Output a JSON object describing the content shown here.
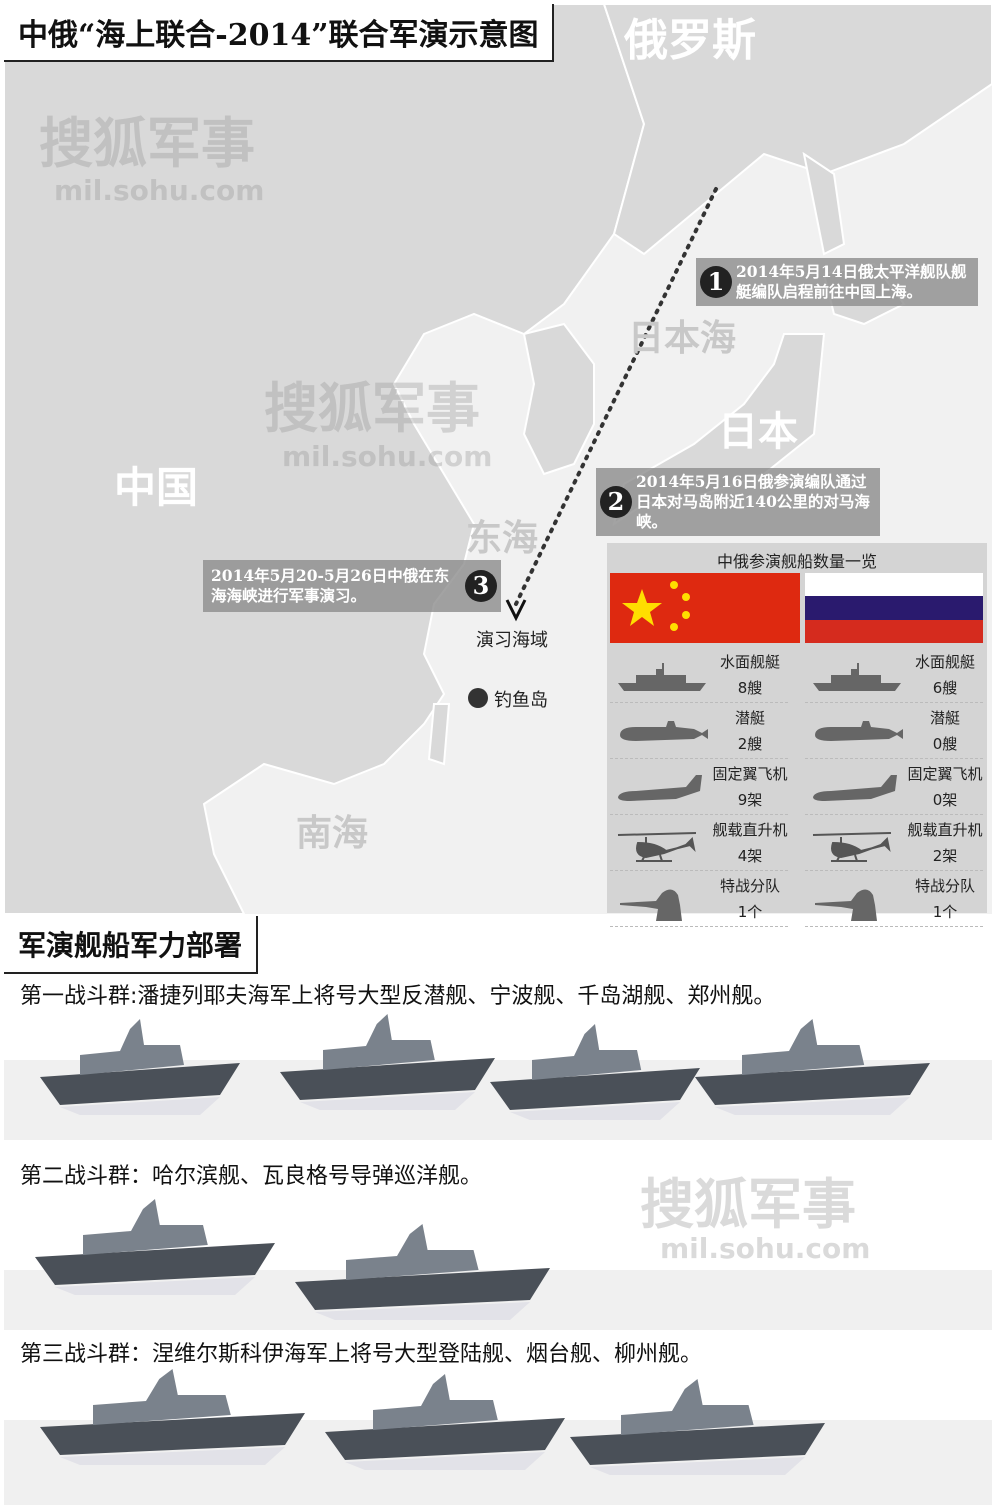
{
  "title": "中俄“海上联合-2014”联合军演示意图",
  "map": {
    "countries": {
      "russia": "俄罗斯",
      "china": "中国",
      "japan": "日本"
    },
    "seas": {
      "japan_sea": "日本海",
      "east_sea": "东海",
      "south_sea": "南海"
    },
    "places": {
      "exercise_area": "演习海域",
      "diaoyu": "钓鱼岛"
    },
    "watermark": {
      "brand": "搜狐军事",
      "url": "mil.sohu.com"
    },
    "notes": [
      {
        "num": "1",
        "text": "2014年5月14日俄太平洋舰队舰艇编队启程前往中国上海。"
      },
      {
        "num": "2",
        "text": "2014年5月16日俄参演编队通过日本对马岛附近140公里的对马海峡。"
      },
      {
        "num": "3",
        "text": "2014年5月20-5月26日中俄在东海海峡进行军事演习。"
      }
    ]
  },
  "stats": {
    "title": "中俄参演舰船数量一览",
    "china": [
      {
        "label": "水面舰艇",
        "value": "8艘",
        "icon": "warship-icon"
      },
      {
        "label": "潜艇",
        "value": "2艘",
        "icon": "submarine-icon"
      },
      {
        "label": "固定翼飞机",
        "value": "9架",
        "icon": "airplane-icon"
      },
      {
        "label": "舰载直升机",
        "value": "4架",
        "icon": "helicopter-icon"
      },
      {
        "label": "特战分队",
        "value": "1个",
        "icon": "soldier-icon"
      }
    ],
    "russia": [
      {
        "label": "水面舰艇",
        "value": "6艘",
        "icon": "warship-icon"
      },
      {
        "label": "潜艇",
        "value": "0艘",
        "icon": "submarine-icon"
      },
      {
        "label": "固定翼飞机",
        "value": "0架",
        "icon": "airplane-icon"
      },
      {
        "label": "舰载直升机",
        "value": "2架",
        "icon": "helicopter-icon"
      },
      {
        "label": "特战分队",
        "value": "1个",
        "icon": "soldier-icon"
      }
    ],
    "colors": {
      "china_red": "#de2910",
      "china_star": "#ffde00",
      "ru_white": "#ffffff",
      "ru_blue": "#2a1a6e",
      "ru_red": "#d52b1e"
    }
  },
  "deployment": {
    "title": "军演舰船军力部署",
    "groups": [
      {
        "text": "第一战斗群:潘捷列耶夫海军上将号大型反潜舰、宁波舰、千岛湖舰、郑州舰。"
      },
      {
        "text": "第二战斗群：哈尔滨舰、瓦良格号导弹巡洋舰。"
      },
      {
        "text": "第三战斗群：涅维尔斯科伊海军上将号大型登陆舰、烟台舰、柳州舰。"
      }
    ]
  }
}
